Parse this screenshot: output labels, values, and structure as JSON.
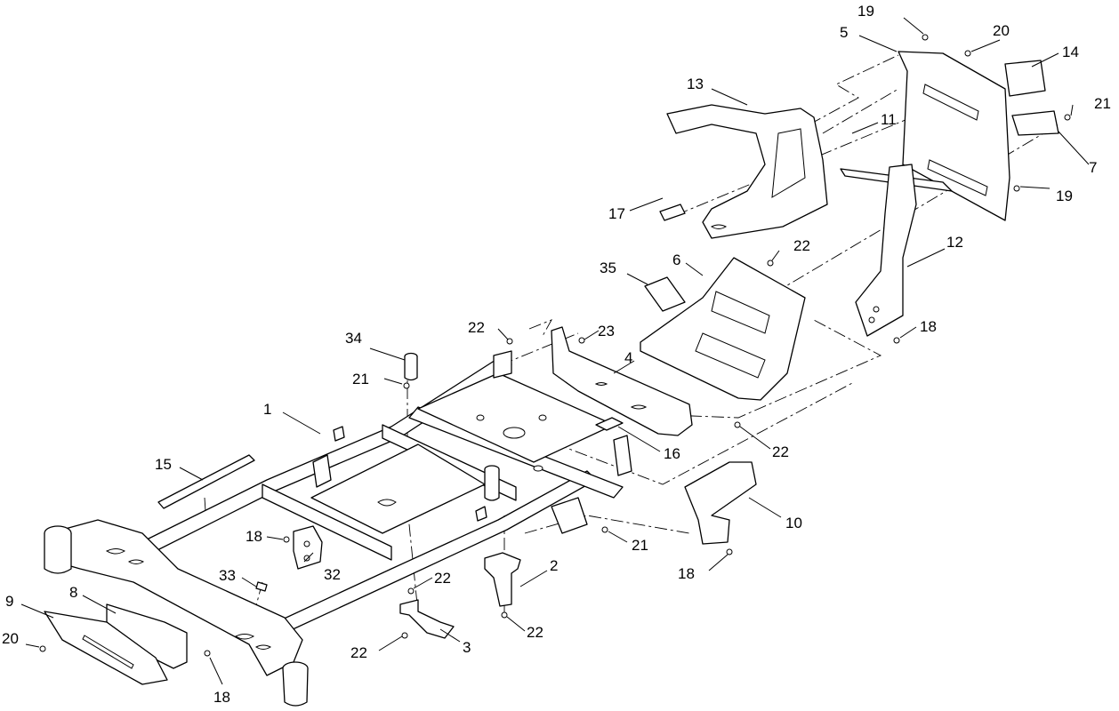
{
  "callouts": {
    "c1": "1",
    "c2": "2",
    "c3": "3",
    "c4": "4",
    "c5": "5",
    "c6": "6",
    "c7": "7",
    "c8": "8",
    "c9": "9",
    "c10": "10",
    "c11": "11",
    "c12": "12",
    "c13": "13",
    "c14": "14",
    "c15": "15",
    "c16": "16",
    "c17": "17",
    "c18a": "18",
    "c18b": "18",
    "c18c": "18",
    "c18d": "18",
    "c19a": "19",
    "c19b": "19",
    "c20a": "20",
    "c20b": "20",
    "c21a": "21",
    "c21b": "21",
    "c21c": "21",
    "c22a": "22",
    "c22b": "22",
    "c22c": "22",
    "c22d": "22",
    "c22e": "22",
    "c22f": "22",
    "c23": "23",
    "c32": "32",
    "c33": "33",
    "c34": "34",
    "c35": "35"
  },
  "colors": {
    "line": "#000000",
    "background": "#ffffff"
  }
}
